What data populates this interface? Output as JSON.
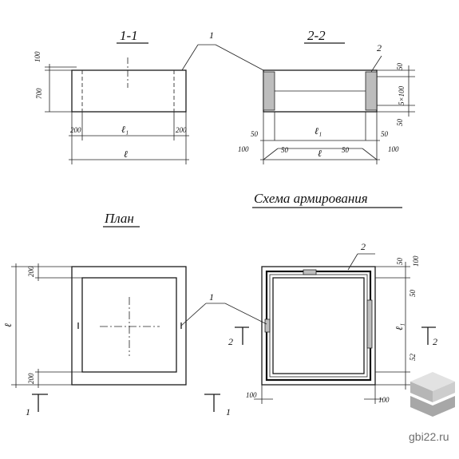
{
  "labels": {
    "section_1": "1-1",
    "section_2": "2-2",
    "scheme": "Схема армирования",
    "plan": "План",
    "mark_1": "1",
    "mark_2": "2"
  },
  "dims": {
    "d100": "100",
    "d700": "700",
    "d200": "200",
    "d50": "50",
    "d5x100": "5×100",
    "d52": "52",
    "l": "ℓ",
    "l1": "ℓ₁"
  },
  "watermark": "gbi22.ru"
}
